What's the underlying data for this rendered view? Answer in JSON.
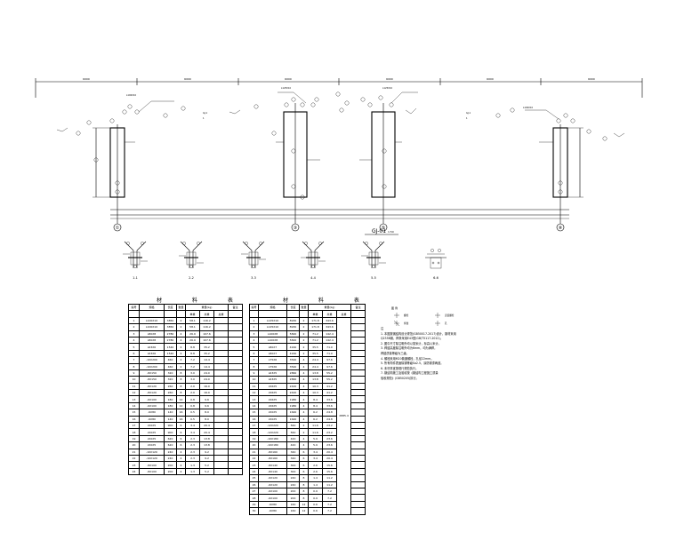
{
  "drawing": {
    "elevation_label": "GJ-01",
    "elevation_scale": "1:50",
    "dimension_texts": [
      "6000",
      "6000",
      "6000",
      "6000",
      "6000",
      "6000"
    ],
    "axis_labels": [
      "①",
      "③",
      "⑤",
      "⑧"
    ],
    "section_labels": [
      "1-1",
      "2-2",
      "3-3",
      "4-4",
      "5-5",
      "6-6"
    ]
  },
  "table_left": {
    "title_chars": [
      "材",
      "料",
      "表"
    ],
    "headers": [
      "编号",
      "规格",
      "长度",
      "数量",
      "重量(kg)",
      "备注"
    ],
    "sub_headers": [
      "单重",
      "共重",
      "总重"
    ],
    "rows": [
      [
        "1",
        "L100X10",
        "3850",
        "2",
        "58.1",
        "116.2"
      ],
      [
        "2",
        "L100X10",
        "3850",
        "2",
        "58.1",
        "116.2"
      ],
      [
        "3",
        "L80X8",
        "2780",
        "4",
        "26.9",
        "107.6"
      ],
      [
        "4",
        "L80X8",
        "2780",
        "4",
        "26.9",
        "107.6"
      ],
      [
        "5",
        "L63X6",
        "1540",
        "4",
        "8.8",
        "35.2"
      ],
      [
        "6",
        "L63X6",
        "1540",
        "4",
        "8.8",
        "35.2"
      ],
      [
        "7",
        "-10X200",
        "460",
        "2",
        "7.2",
        "14.4"
      ],
      [
        "8",
        "-10X200",
        "460",
        "2",
        "7.2",
        "14.4"
      ],
      [
        "9",
        "-8X150",
        "320",
        "8",
        "3.0",
        "24.0"
      ],
      [
        "10",
        "-8X150",
        "320",
        "8",
        "3.0",
        "24.0"
      ],
      [
        "11",
        "-8X120",
        "260",
        "8",
        "2.0",
        "16.0"
      ],
      [
        "12",
        "-8X120",
        "260",
        "8",
        "2.0",
        "16.0"
      ],
      [
        "13",
        "-6X100",
        "180",
        "12",
        "0.8",
        "9.6"
      ],
      [
        "14",
        "-6X100",
        "180",
        "12",
        "0.8",
        "9.6"
      ],
      [
        "15",
        "-6X80",
        "140",
        "16",
        "0.5",
        "8.0"
      ],
      [
        "16",
        "-6X80",
        "140",
        "16",
        "0.5",
        "8.0"
      ],
      [
        "17",
        "L50X5",
        "900",
        "6",
        "3.4",
        "20.4"
      ],
      [
        "18",
        "L50X5",
        "900",
        "6",
        "3.4",
        "20.4"
      ],
      [
        "19",
        "L50X5",
        "620",
        "6",
        "2.3",
        "13.8"
      ],
      [
        "20",
        "L50X5",
        "620",
        "6",
        "2.3",
        "13.8"
      ],
      [
        "21",
        "-10X120",
        "240",
        "4",
        "2.3",
        "9.2"
      ],
      [
        "22",
        "-10X120",
        "240",
        "4",
        "2.3",
        "9.2"
      ],
      [
        "23",
        "-8X100",
        "200",
        "4",
        "1.3",
        "5.2"
      ],
      [
        "24",
        "-8X100",
        "200",
        "4",
        "1.3",
        "5.2"
      ]
    ]
  },
  "table_right": {
    "title_chars": [
      "材",
      "料",
      "表"
    ],
    "headers": [
      "编号",
      "规格",
      "长度",
      "数量",
      "重量(kg)",
      "备注"
    ],
    "sub_headers": [
      "单重",
      "共重",
      "总重"
    ],
    "total": "2885.4",
    "rows": [
      [
        "1",
        "L125X10",
        "8930",
        "2",
        "171.8",
        "343.6"
      ],
      [
        "2",
        "L125X10",
        "8930",
        "2",
        "171.8",
        "343.6"
      ],
      [
        "3",
        "L100X8",
        "5820",
        "2",
        "71.2",
        "142.4"
      ],
      [
        "4",
        "L100X8",
        "5820",
        "2",
        "71.2",
        "142.4"
      ],
      [
        "5",
        "L80X7",
        "4160",
        "2",
        "35.5",
        "71.0"
      ],
      [
        "6",
        "L80X7",
        "4160",
        "2",
        "35.5",
        "71.0"
      ],
      [
        "7",
        "L75X6",
        "3540",
        "4",
        "24.4",
        "97.6"
      ],
      [
        "8",
        "L75X6",
        "3540",
        "4",
        "24.4",
        "97.6"
      ],
      [
        "9",
        "L63X5",
        "2860",
        "4",
        "13.8",
        "55.2"
      ],
      [
        "10",
        "L63X5",
        "2860",
        "4",
        "13.8",
        "55.2"
      ],
      [
        "11",
        "L56X5",
        "2420",
        "4",
        "10.3",
        "41.2"
      ],
      [
        "12",
        "L56X5",
        "2420",
        "4",
        "10.3",
        "41.2"
      ],
      [
        "13",
        "L56X5",
        "1980",
        "4",
        "8.4",
        "33.6"
      ],
      [
        "14",
        "L56X5",
        "1980",
        "4",
        "8.4",
        "33.6"
      ],
      [
        "15",
        "L50X5",
        "1640",
        "4",
        "6.2",
        "24.8"
      ],
      [
        "16",
        "L50X5",
        "1640",
        "4",
        "6.2",
        "24.8"
      ],
      [
        "17",
        "-12X220",
        "560",
        "2",
        "11.6",
        "23.2"
      ],
      [
        "18",
        "-12X220",
        "560",
        "2",
        "11.6",
        "23.2"
      ],
      [
        "19",
        "-10X180",
        "420",
        "4",
        "5.9",
        "23.6"
      ],
      [
        "20",
        "-10X180",
        "420",
        "4",
        "5.9",
        "23.6"
      ],
      [
        "21",
        "-8X160",
        "340",
        "6",
        "3.4",
        "20.4"
      ],
      [
        "22",
        "-8X160",
        "340",
        "6",
        "3.4",
        "20.4"
      ],
      [
        "23",
        "-8X140",
        "300",
        "6",
        "2.6",
        "15.6"
      ],
      [
        "24",
        "-8X140",
        "300",
        "6",
        "2.6",
        "15.6"
      ],
      [
        "25",
        "-6X120",
        "240",
        "8",
        "1.4",
        "11.2"
      ],
      [
        "26",
        "-6X120",
        "240",
        "8",
        "1.4",
        "11.2"
      ],
      [
        "27",
        "-6X100",
        "200",
        "8",
        "0.9",
        "7.2"
      ],
      [
        "28",
        "-6X100",
        "200",
        "8",
        "0.9",
        "7.2"
      ],
      [
        "29",
        "-6X80",
        "160",
        "12",
        "0.6",
        "7.2"
      ],
      [
        "30",
        "-6X80",
        "160",
        "12",
        "0.6",
        "7.2"
      ]
    ]
  },
  "notes": {
    "title": "注",
    "legend_title": "图 例",
    "legend_items": [
      "螺栓",
      "安装螺栓",
      "焊缝",
      "孔"
    ],
    "lines": [
      "1. 本图按钢结构设计规范(GB50017-2017)设计，钢材采用",
      "   Q235B钢，焊条采用E43型(GB/T5117-2012)。",
      "2. 图中尺寸除注明外均以毫米计，标高以米计。",
      "3. 焊缝高度除注明外均为6mm，均为满焊，",
      "   焊缝质量等级为三级。",
      "4. 螺栓采用M20普通螺栓，孔径22mm。",
      "5. 所有构件表面除锈等级Sa2.5，涂防锈漆两道。",
      "6. 未尽事宜按现行规范执行。",
      "7. 钢结构施工及验收按《钢结构工程施工质量",
      "   验收规范》(GB50205)执行。"
    ]
  }
}
